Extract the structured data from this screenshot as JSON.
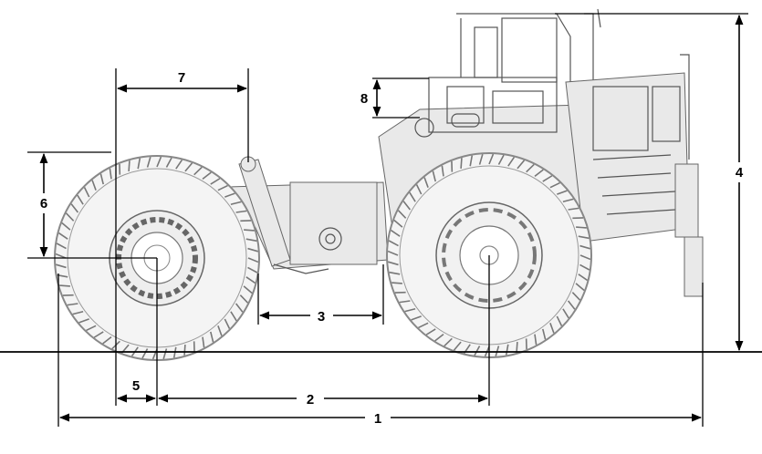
{
  "diagram": {
    "dimension_labels": {
      "d1": "1",
      "d2": "2",
      "d3": "3",
      "d4": "4",
      "d5": "5",
      "d6": "6",
      "d7": "7",
      "d8": "8"
    },
    "colors": {
      "lines": "#000000",
      "machine_outline": "#555555",
      "machine_fill": "#e9e9e9",
      "background": "#ffffff"
    }
  }
}
